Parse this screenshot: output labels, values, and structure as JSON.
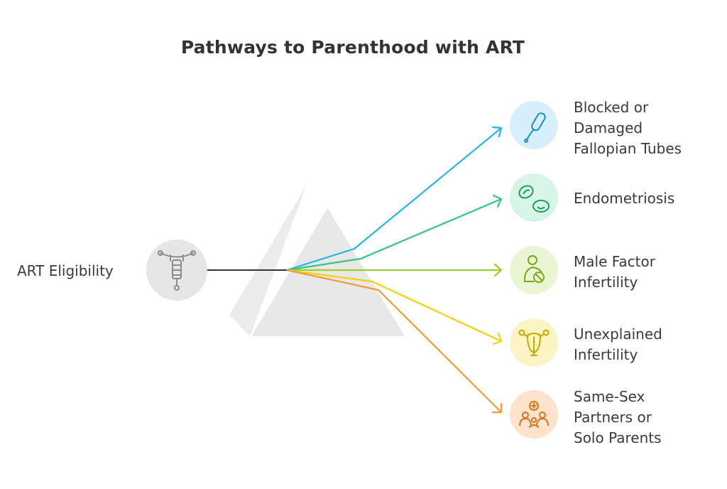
{
  "title": "Pathways to Parenthood with ART",
  "source": {
    "label": "ART Eligibility",
    "icon": "iud-icon",
    "color": "#e6e6e6"
  },
  "outcomes": [
    {
      "lines": [
        "Blocked or",
        "Damaged",
        "Fallopian Tubes"
      ],
      "icon": "fallopian-tube-icon",
      "color": "#21b7e8",
      "bg": "#d6effb"
    },
    {
      "lines": [
        "Endometriosis"
      ],
      "icon": "cells-icon",
      "color": "#34c77e",
      "bg": "#d6f5e6"
    },
    {
      "lines": [
        "Male Factor",
        "Infertility"
      ],
      "icon": "male-factor-icon",
      "color": "#9ccf2a",
      "bg": "#eaf6d3"
    },
    {
      "lines": [
        "Unexplained",
        "Infertility"
      ],
      "icon": "uterus-icon",
      "color": "#f0d20a",
      "bg": "#fbf5c4"
    },
    {
      "lines": [
        "Same-Sex",
        "Partners or",
        "Solo Parents"
      ],
      "icon": "partners-icon",
      "color": "#f29a3c",
      "bg": "#fde3cc"
    }
  ]
}
